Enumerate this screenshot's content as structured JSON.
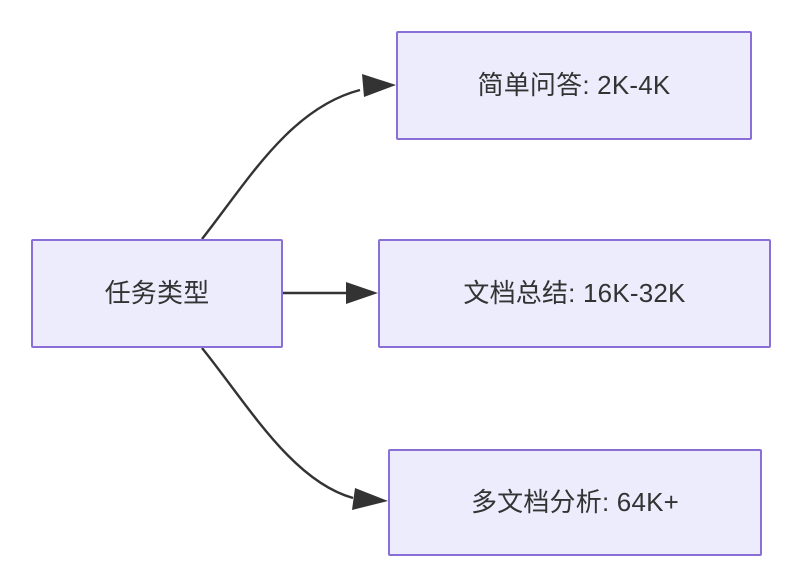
{
  "diagram": {
    "title": "任务类型",
    "type": "flowchart",
    "direction": "left-to-right",
    "background_color": "#ffffff",
    "node_fill_color": "#ececfc",
    "node_border_color": "#8a70d6",
    "text_color": "#333333",
    "edge_color": "#333333",
    "nodes": [
      {
        "id": "root",
        "label": "任务类型",
        "role": "root"
      },
      {
        "id": "simple-qa",
        "label": "简单问答: 2K-4K",
        "role": "leaf"
      },
      {
        "id": "doc-summary",
        "label": "文档总结: 16K-32K",
        "role": "leaf"
      },
      {
        "id": "multi-doc",
        "label": "多文档分析: 64K+",
        "role": "leaf"
      }
    ],
    "edges": [
      {
        "id": "root-to-simple-qa",
        "from": "root",
        "to": "simple-qa",
        "style": "curved",
        "arrow": "single"
      },
      {
        "id": "root-to-doc-summary",
        "from": "root",
        "to": "doc-summary",
        "style": "straight",
        "arrow": "single"
      },
      {
        "id": "root-to-multi-doc",
        "from": "root",
        "to": "multi-doc",
        "style": "curved",
        "arrow": "single"
      }
    ]
  }
}
